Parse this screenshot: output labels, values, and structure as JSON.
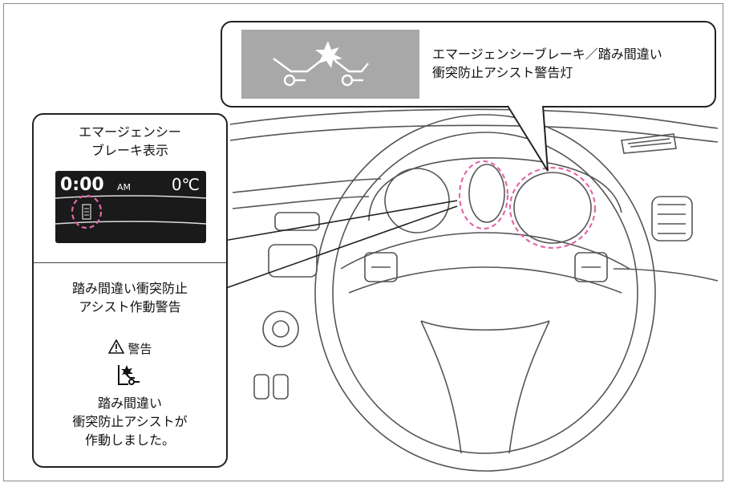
{
  "top_callout": {
    "lines": [
      "エマージェンシーブレーキ／踏み間違い",
      "衝突防止アシスト警告灯"
    ],
    "lamp_icon": "emergency-brake-car-collision-icon",
    "lamp_bg": "#a8a8a8"
  },
  "left_callout": {
    "title_lines": [
      "エマージェンシー",
      "ブレーキ表示"
    ],
    "display": {
      "time": "0:00",
      "ampm": "AM",
      "temp": "0℃",
      "icon": "emergency-brake-indicator-icon"
    },
    "subtitle_lines": [
      "踏み間違い衝突防止",
      "アシスト作動警告"
    ],
    "warning_label": "警告",
    "warning_icon": "warning-triangle-icon",
    "assist_icon": "pedal-misapplication-assist-icon",
    "message_lines": [
      "踏み間違い",
      "衝突防止アシストが",
      "作動しました。"
    ]
  },
  "highlight_color": "#e06aa8"
}
